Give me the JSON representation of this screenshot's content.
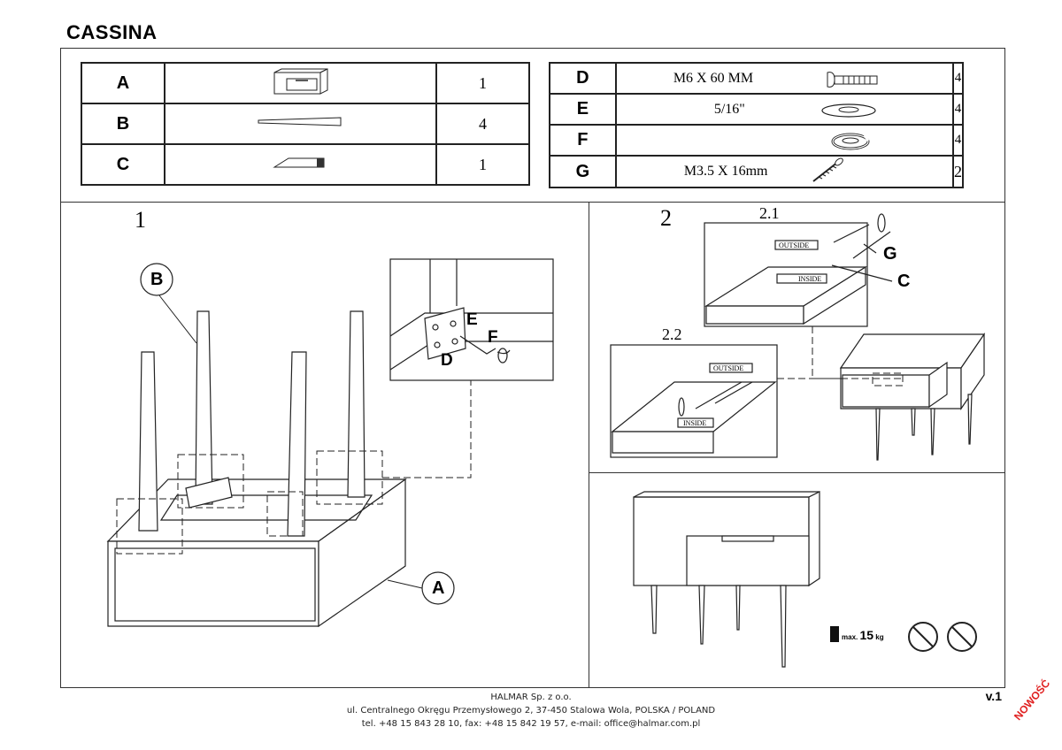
{
  "document": {
    "title": "CASSINA",
    "version": "v.1",
    "stamp": "NOWOŚĆ"
  },
  "parts_left": [
    {
      "letter": "A",
      "qty": "1",
      "icon": "drawer-box-icon"
    },
    {
      "letter": "B",
      "qty": "4",
      "icon": "tapered-leg-icon"
    },
    {
      "letter": "C",
      "qty": "1",
      "icon": "bracket-plate-icon"
    }
  ],
  "parts_right": [
    {
      "letter": "D",
      "spec": "M6 X 60 MM",
      "qty": "4",
      "icon": "bolt-icon"
    },
    {
      "letter": "E",
      "spec": "5/16\"",
      "qty": "4",
      "icon": "flat-washer-icon"
    },
    {
      "letter": "F",
      "spec": "",
      "qty": "4",
      "icon": "spring-washer-icon"
    },
    {
      "letter": "G",
      "spec": "M3.5 X 16mm",
      "qty": "2",
      "icon": "wood-screw-icon"
    }
  ],
  "steps": {
    "step1": "1",
    "step2": "2",
    "sub21": "2.1",
    "sub22": "2.2"
  },
  "callouts": {
    "b": "B",
    "a": "A",
    "e": "E",
    "f": "F",
    "d": "D",
    "g": "G",
    "c": "C"
  },
  "labels": {
    "outside": "OUTSIDE",
    "inside": "INSIDE"
  },
  "load": {
    "prefix": "max.",
    "value": "15",
    "unit": "kg"
  },
  "footer": {
    "company": "HALMAR Sp. z o.o.",
    "address": "ul. Centralnego Okręgu Przemysłowego 2, 37-450 Stalowa Wola, POLSKA / POLAND",
    "contact": "tel. +48 15 843 28 10, fax: +48 15 842 19 57, e-mail: office@halmar.com.pl"
  },
  "colors": {
    "line": "#222222",
    "stamp": "#e02020"
  }
}
